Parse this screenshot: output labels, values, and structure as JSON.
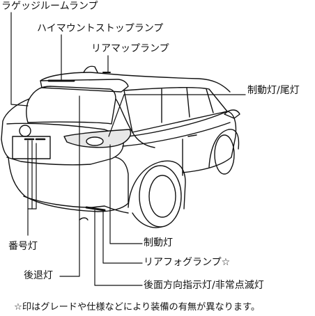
{
  "labels": {
    "luggage_room_lamp": "ラゲッジルームランプ",
    "high_mount_stop_lamp": "ハイマウントストップランプ",
    "rear_map_lamp": "リアマップランプ",
    "brake_tail_lamp": "制動灯/尾灯",
    "license_plate_lamp": "番号灯",
    "brake_lamp": "制動灯",
    "rear_fog_lamp": "リアフォグランプ☆",
    "reverse_lamp": "後退灯",
    "rear_turn_hazard_lamp": "後面方向指示灯/非常点滅灯"
  },
  "footnote": "☆印はグレードや仕様などにより装備の有無が異なります。",
  "colors": {
    "line": "#111111",
    "highlight": "#8a8a8a",
    "background": "#ffffff"
  }
}
